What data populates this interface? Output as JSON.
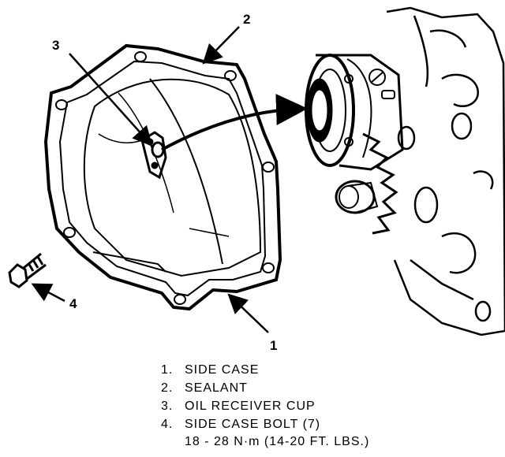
{
  "callouts": {
    "c1": "1",
    "c2": "2",
    "c3": "3",
    "c4": "4"
  },
  "legend": {
    "items": [
      {
        "num": "1.",
        "text": "SIDE CASE"
      },
      {
        "num": "2.",
        "text": "SEALANT"
      },
      {
        "num": "3.",
        "text": "OIL RECEIVER CUP"
      },
      {
        "num": "4.",
        "text": "SIDE CASE BOLT (7)"
      }
    ],
    "torque": "18 - 28 N·m (14-20 FT. LBS.)"
  }
}
